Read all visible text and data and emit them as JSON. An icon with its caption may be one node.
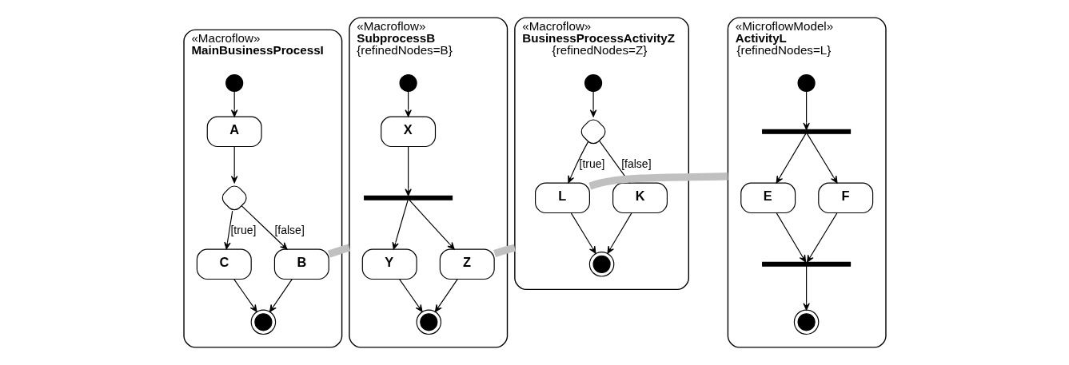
{
  "diagram": {
    "nodes": [
      {
        "text": [
          "«Macroflow»",
          "MainBusinessProcessI"
        ]
      },
      {
        "text": [],
        "shape": "circle",
        "in": 0
      },
      {
        "text": [
          "A"
        ],
        "in": 0
      },
      {
        "text": [],
        "shape": "diamond",
        "in": 0
      },
      {
        "text": [
          "C"
        ],
        "in": 0
      },
      {
        "text": [
          "B"
        ],
        "in": 0
      },
      {
        "text": [],
        "shape": "bullseye",
        "in": 0
      },
      {
        "text": [
          "«Macroflow»",
          "SubprocessB",
          "{refinedNodes=B}"
        ]
      },
      {
        "text": [],
        "shape": "circle",
        "in": 7
      },
      {
        "text": [
          "X"
        ],
        "in": 7
      },
      {
        "text": [],
        "shape": "bar",
        "in": 7
      },
      {
        "text": [
          "Y"
        ],
        "in": 7
      },
      {
        "text": [
          "Z"
        ],
        "in": 7
      },
      {
        "text": [],
        "shape": "bullseye",
        "in": 7
      },
      {
        "text": [
          "«Macroflow»",
          "BusinessProcessActivityZ",
          "{refinedNodes=Z}"
        ]
      },
      {
        "text": [],
        "shape": "circle",
        "in": 14
      },
      {
        "text": [],
        "shape": "diamond",
        "in": 14
      },
      {
        "text": [
          "L"
        ],
        "in": 14
      },
      {
        "text": [
          "K"
        ],
        "in": 14
      },
      {
        "text": [],
        "shape": "bullseye",
        "in": 14
      },
      {
        "text": [
          "«MicroflowModel»",
          "ActivityL",
          "{refinedNodes=L}"
        ]
      },
      {
        "text": [],
        "shape": "circle",
        "in": 20
      },
      {
        "text": [],
        "shape": "bar",
        "in": 20
      },
      {
        "text": [
          "E"
        ],
        "in": 20
      },
      {
        "text": [
          "F"
        ],
        "in": 20
      },
      {
        "text": [],
        "shape": "bar",
        "in": 20
      },
      {
        "text": [],
        "shape": "bullseye",
        "in": 20
      }
    ],
    "edges": [
      {
        "from": 1,
        "to": 2,
        "arrow": "to"
      },
      {
        "from": 2,
        "to": 3,
        "arrow": "to"
      },
      {
        "from": 3,
        "to": 5,
        "arrow": "to",
        "label": "[false]"
      },
      {
        "from": 3,
        "to": 4,
        "arrow": "to",
        "label": "[true]"
      },
      {
        "from": 4,
        "to": 6,
        "arrow": "to"
      },
      {
        "from": 5,
        "to": 6,
        "arrow": "to"
      },
      {
        "from": 5,
        "to": 7,
        "arrow": "none",
        "style": "thick",
        "color": "#c0c0c0"
      },
      {
        "from": 8,
        "to": 9,
        "arrow": "to"
      },
      {
        "from": 9,
        "to": 10,
        "arrow": "to"
      },
      {
        "from": 10,
        "to": 11,
        "arrow": "to"
      },
      {
        "from": 10,
        "to": 12,
        "arrow": "to"
      },
      {
        "from": 11,
        "to": 13,
        "arrow": "to"
      },
      {
        "from": 12,
        "to": 13,
        "arrow": "to"
      },
      {
        "from": 12,
        "to": 14,
        "arrow": "none",
        "style": "thick",
        "color": "#c0c0c0"
      },
      {
        "from": 15,
        "to": 16,
        "arrow": "to"
      },
      {
        "from": 16,
        "to": 17,
        "arrow": "to",
        "label": "[true]"
      },
      {
        "from": 16,
        "to": 18,
        "arrow": "to",
        "label": "[false]"
      },
      {
        "from": 18,
        "to": 19,
        "arrow": "to"
      },
      {
        "from": 17,
        "to": 19,
        "arrow": "to"
      },
      {
        "from": 17,
        "to": 20,
        "arrow": "none",
        "style": "thick",
        "color": "#c0c0c0"
      },
      {
        "from": 21,
        "to": 22,
        "arrow": "to"
      },
      {
        "from": 22,
        "to": 23,
        "arrow": "to"
      },
      {
        "from": 22,
        "to": 24,
        "arrow": "to"
      },
      {
        "from": 23,
        "to": 25,
        "arrow": "to"
      },
      {
        "from": 24,
        "to": 25,
        "arrow": "to"
      },
      {
        "from": 25,
        "to": 26,
        "arrow": "to"
      }
    ]
  }
}
